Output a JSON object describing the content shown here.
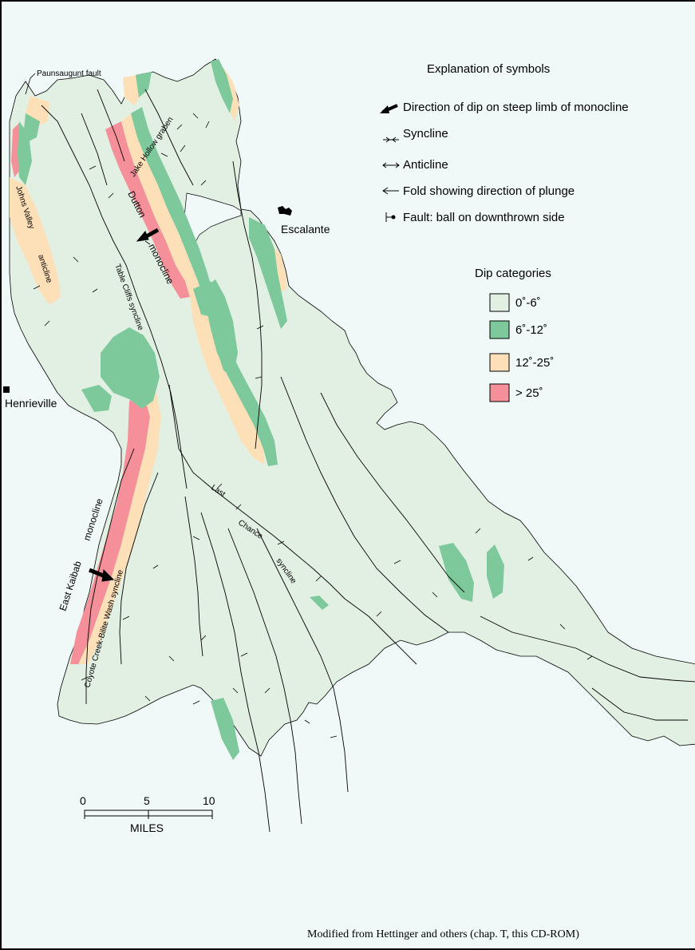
{
  "map": {
    "colors": {
      "background": "#f0f8f8",
      "dip_0_6": "#e2f0e3",
      "dip_6_12": "#7ec99c",
      "dip_12_25": "#fde0b8",
      "dip_gt_25": "#f5909a",
      "line": "#000000"
    },
    "place_labels": {
      "escalante": "Escalante",
      "henrieville": "Henrieville"
    },
    "feature_labels": {
      "paunsaugunt_fault": "Paunsaugunt fault",
      "jake_hollow_graben": "Jake Hollow graben",
      "dutton": "Dutton",
      "monocline_dutton": "monocline",
      "johns_valley": "Johns Valley",
      "anticline_jv": "anticline",
      "table_cliffs_syncline": "Table Cliffs syncline",
      "last": "Last",
      "chance": "Chance",
      "syncline_lc": "syncline",
      "east_kaibab": "East Kaibab",
      "monocline_ek": "monocline",
      "coyote_creek": "Coyote Creek-Bilite Wash syncline"
    },
    "legend": {
      "title": "Explanation of symbols",
      "symbols": [
        {
          "label": "Direction of dip on steep limb of monocline",
          "icon": "dip-arrow-icon"
        },
        {
          "label": "Syncline",
          "icon": "syncline-icon"
        },
        {
          "label": "Anticline",
          "icon": "anticline-icon"
        },
        {
          "label": "Fold showing direction of plunge",
          "icon": "plunge-icon"
        },
        {
          "label": "Fault: ball on downthrown side",
          "icon": "fault-icon"
        }
      ],
      "dip_title": "Dip categories",
      "dip_categories": [
        {
          "label": "0˚-6˚",
          "color": "#e2f0e3"
        },
        {
          "label": "6˚-12˚",
          "color": "#7ec99c"
        },
        {
          "label": "12˚-25˚",
          "color": "#fde0b8"
        },
        {
          "label": "> 25˚",
          "color": "#f5909a"
        }
      ]
    },
    "scale": {
      "ticks": [
        "0",
        "5",
        "10"
      ],
      "unit": "MILES"
    },
    "credit": "Modified from Hettinger and others (chap. T, this CD-ROM)"
  }
}
